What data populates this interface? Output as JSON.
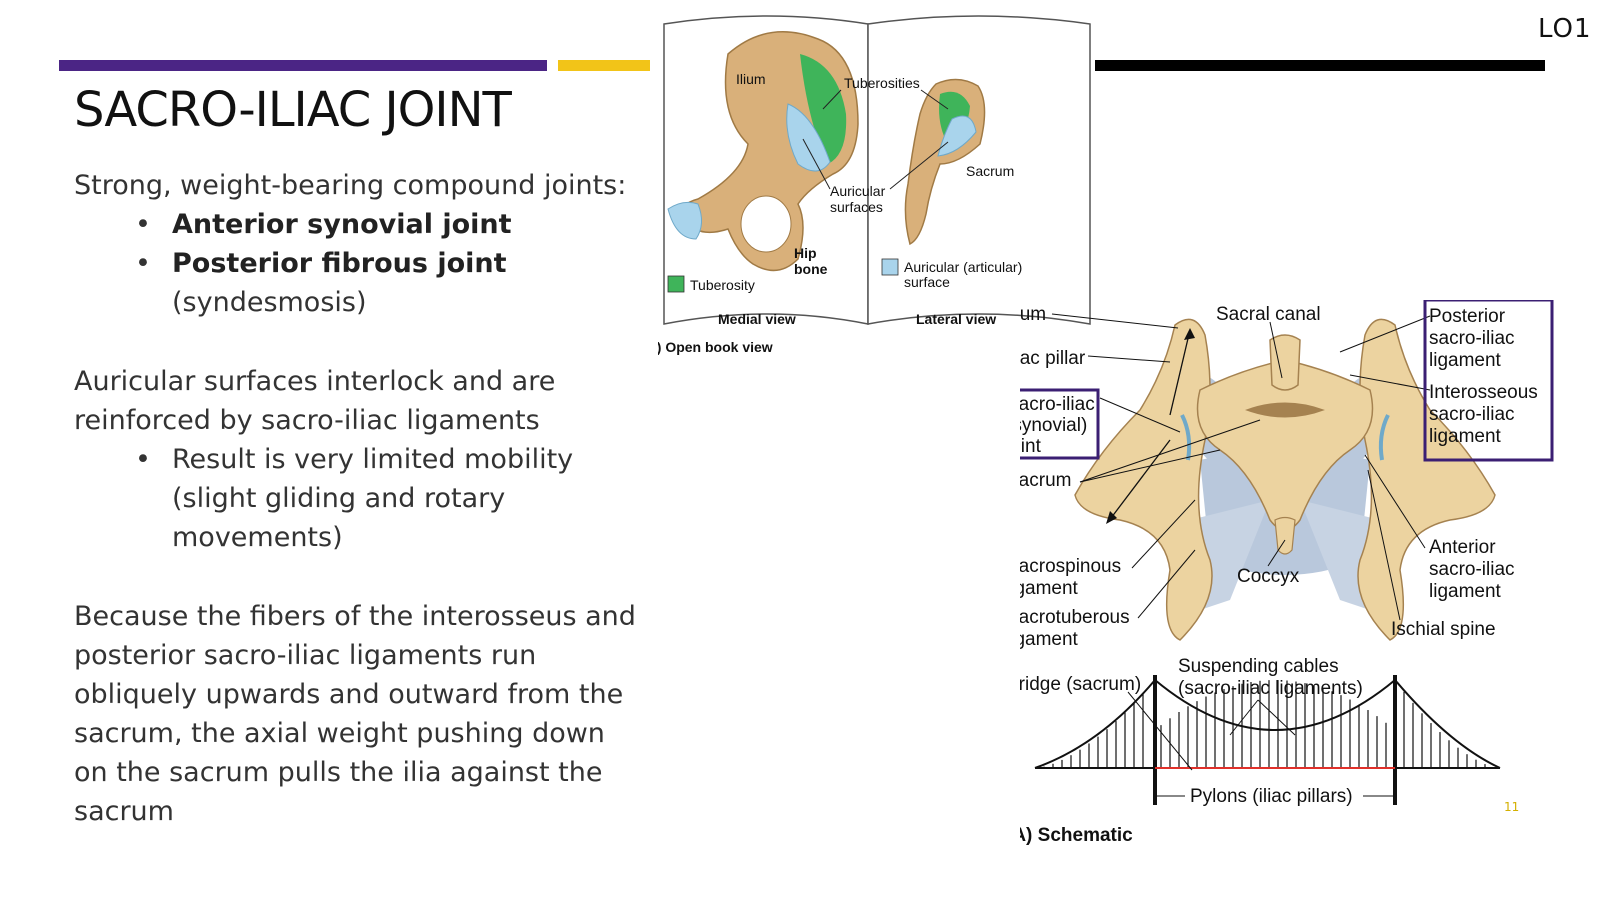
{
  "slide": {
    "lo_tag": "LO1",
    "title": "SACRO-ILIAC JOINT",
    "page_number": "11",
    "colors": {
      "purple_bar": "#4b2585",
      "yellow_bar": "#f2c418",
      "black_bar": "#000000"
    }
  },
  "body": {
    "intro": "Strong, weight-bearing compound joints:",
    "bullet1": "Anterior synovial joint",
    "bullet2": "Posterior fibrous joint",
    "bullet2_cont": "(syndesmosis)",
    "para2_line1": "Auricular surfaces interlock and are",
    "para2_line2": "reinforced by sacro-iliac ligaments",
    "bullet3_line1": "Result is very limited mobility",
    "bullet3_line2": "(slight gliding and rotary",
    "bullet3_line3": "movements)",
    "para3_lines": [
      "Because the fibers of the interosseus and",
      "posterior sacro-iliac ligaments run",
      "obliquely upwards and outward from the",
      "sacrum, the axial weight pushing down",
      "on the sacrum pulls the ilia against the",
      "sacrum"
    ]
  },
  "figure_open_book": {
    "ilium": "Ilium",
    "tuberosities": "Tuberosities",
    "auricular_l1": "Auricular",
    "auricular_l2": "surfaces",
    "sacrum": "Sacrum",
    "hip_l1": "Hip",
    "hip_l2": "bone",
    "legend_tuberosity": "Tuberosity",
    "legend_articular_l1": "Auricular (articular)",
    "legend_articular_l2": "surface",
    "medial_view": "Medial view",
    "lateral_view": "Lateral view",
    "caption": "(B) Open book view",
    "colors": {
      "bone": "#d9b07a",
      "tuberosity": "#3fb45a",
      "articular": "#a9d4ec"
    }
  },
  "figure_schematic": {
    "ilium": "Ilium",
    "sacral_canal": "Sacral canal",
    "iliac_pillar": "Iliac pillar",
    "si_joint_l1": "Sacro-iliac",
    "si_joint_l2": "(synovial)",
    "si_joint_l3": "joint",
    "posterior_l1": "Posterior",
    "posterior_l2": "sacro-iliac",
    "posterior_l3": "ligament",
    "interosseous_l1": "Interosseous",
    "interosseous_l2": "sacro-iliac",
    "interosseous_l3": "ligament",
    "sacrum": "Sacrum",
    "sacrospinous_l1": "Sacrospinous",
    "sacrospinous_l2": "ligament",
    "sacrotuberous_l1": "Sacrotuberous",
    "sacrotuberous_l2": "ligament",
    "coccyx": "Coccyx",
    "anterior_l1": "Anterior",
    "anterior_l2": "sacro-iliac",
    "anterior_l3": "ligament",
    "ischial_spine": "Ischial spine",
    "bridge": "Bridge (sacrum)",
    "cables_l1": "Suspending cables",
    "cables_l2": "(sacro-iliac ligaments)",
    "pylons": "Pylons (iliac pillars)",
    "caption": "(A) Schematic",
    "colors": {
      "box": "#3b1f73",
      "bone": "#ecd3a0",
      "ligament": "#b9c8dc",
      "bridge_red": "#e0302a"
    }
  }
}
